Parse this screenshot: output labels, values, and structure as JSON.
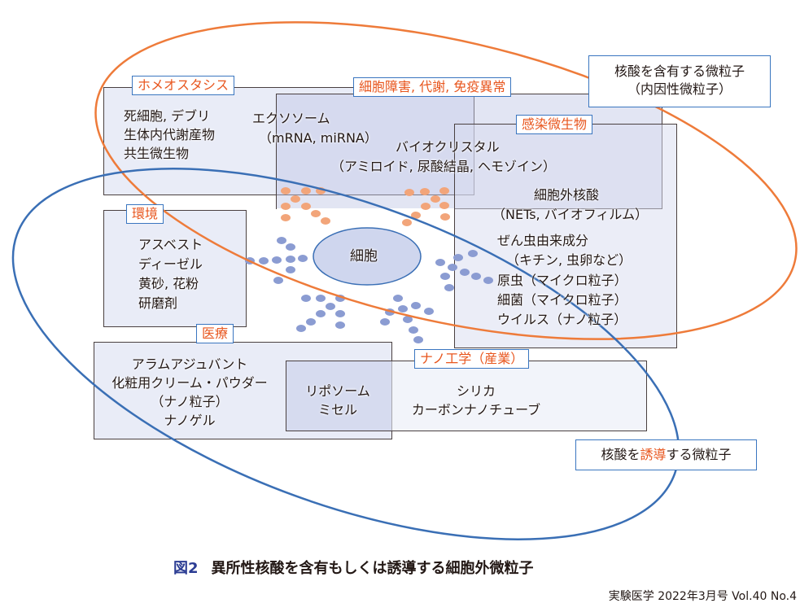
{
  "groups": {
    "homeostasis": {
      "label": "ホメオスタシス",
      "items": [
        "死細胞, デブリ",
        "生体内代謝産物",
        "共生微生物"
      ]
    },
    "damage": {
      "label": "細胞障害, 代謝, 免疫異常",
      "items": [
        "エクソソーム",
        "（mRNA, miRNA）",
        "バイオクリスタル",
        "（アミロイド, 尿酸結晶, ヘモゾイン）"
      ]
    },
    "infection": {
      "label": "感染微生物",
      "items": [
        "細胞外核酸",
        "（NETs, バイオフィルム）",
        "ぜん虫由来成分",
        "（キチン, 虫卵など）",
        "原虫（マイクロ粒子）",
        "細菌（マイクロ粒子）",
        "ウイルス（ナノ粒子）"
      ]
    },
    "environment": {
      "label": "環境",
      "items": [
        "アスベスト",
        "ディーゼル",
        "黄砂, 花粉",
        "研磨剤"
      ]
    },
    "medical": {
      "label": "医療",
      "items": [
        "アラムアジュバント",
        "化粧用クリーム・パウダー",
        "（ナノ粒子）",
        "ナノゲル"
      ]
    },
    "nano": {
      "label": "ナノ工学（産業）",
      "items": [
        "シリカ",
        "カーボンナノチューブ"
      ]
    },
    "shared": {
      "items": [
        "リポソーム",
        "ミセル"
      ]
    }
  },
  "cell": "細胞",
  "callouts": {
    "containing": [
      "核酸を含有する微粒子",
      "（内因性微粒子）"
    ],
    "inducing": {
      "pre": "核酸を",
      "hl": "誘導",
      "post": "する微粒子"
    }
  },
  "caption": {
    "fig": "図2",
    "text": "異所性核酸を含有もしくは誘導する細胞外微粒子"
  },
  "footer": "実験医学 2022年3月号 Vol.40 No.4",
  "colors": {
    "orange": "#ee7b3a",
    "blue": "#3a6fb5",
    "dot_orange": "#f2a57a",
    "dot_blue": "#8b9cd2"
  }
}
